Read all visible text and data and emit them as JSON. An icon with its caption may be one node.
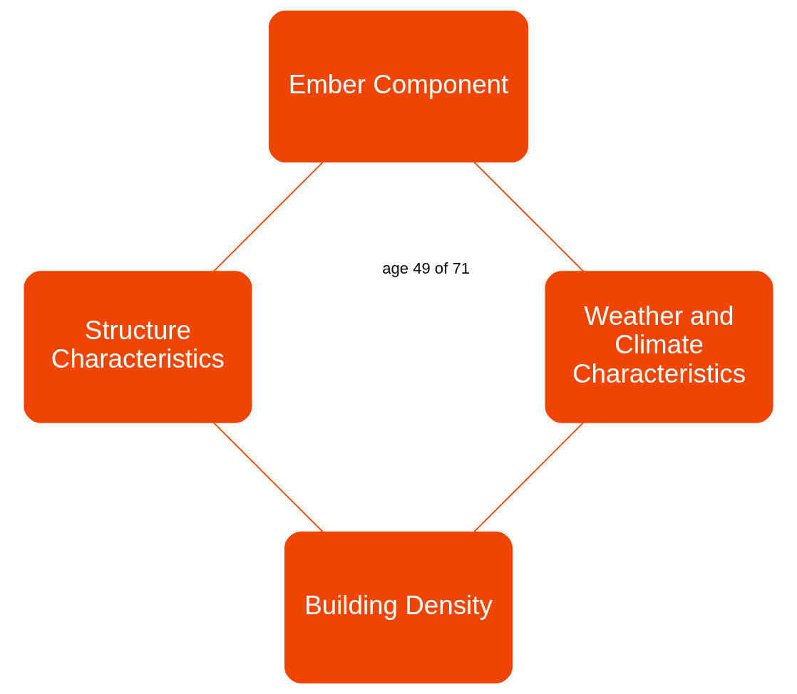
{
  "diagram": {
    "nodes": [
      {
        "text": [
          "Building Density"
        ]
      },
      {
        "text": [
          "Weather and Climate Characteristics"
        ]
      },
      {
        "text": [
          "Structure Characteristics"
        ]
      },
      {
        "text": [
          "Ember Component"
        ]
      }
    ],
    "edges": [
      {
        "from": 0,
        "to": 2,
        "arrow": "none"
      },
      {
        "from": 2,
        "to": 3,
        "arrow": "none"
      },
      {
        "from": 3,
        "to": 1,
        "arrow": "none"
      },
      {
        "from": 1,
        "to": 0,
        "arrow": "none"
      }
    ],
    "labels": [
      "age 49 of 71"
    ]
  }
}
